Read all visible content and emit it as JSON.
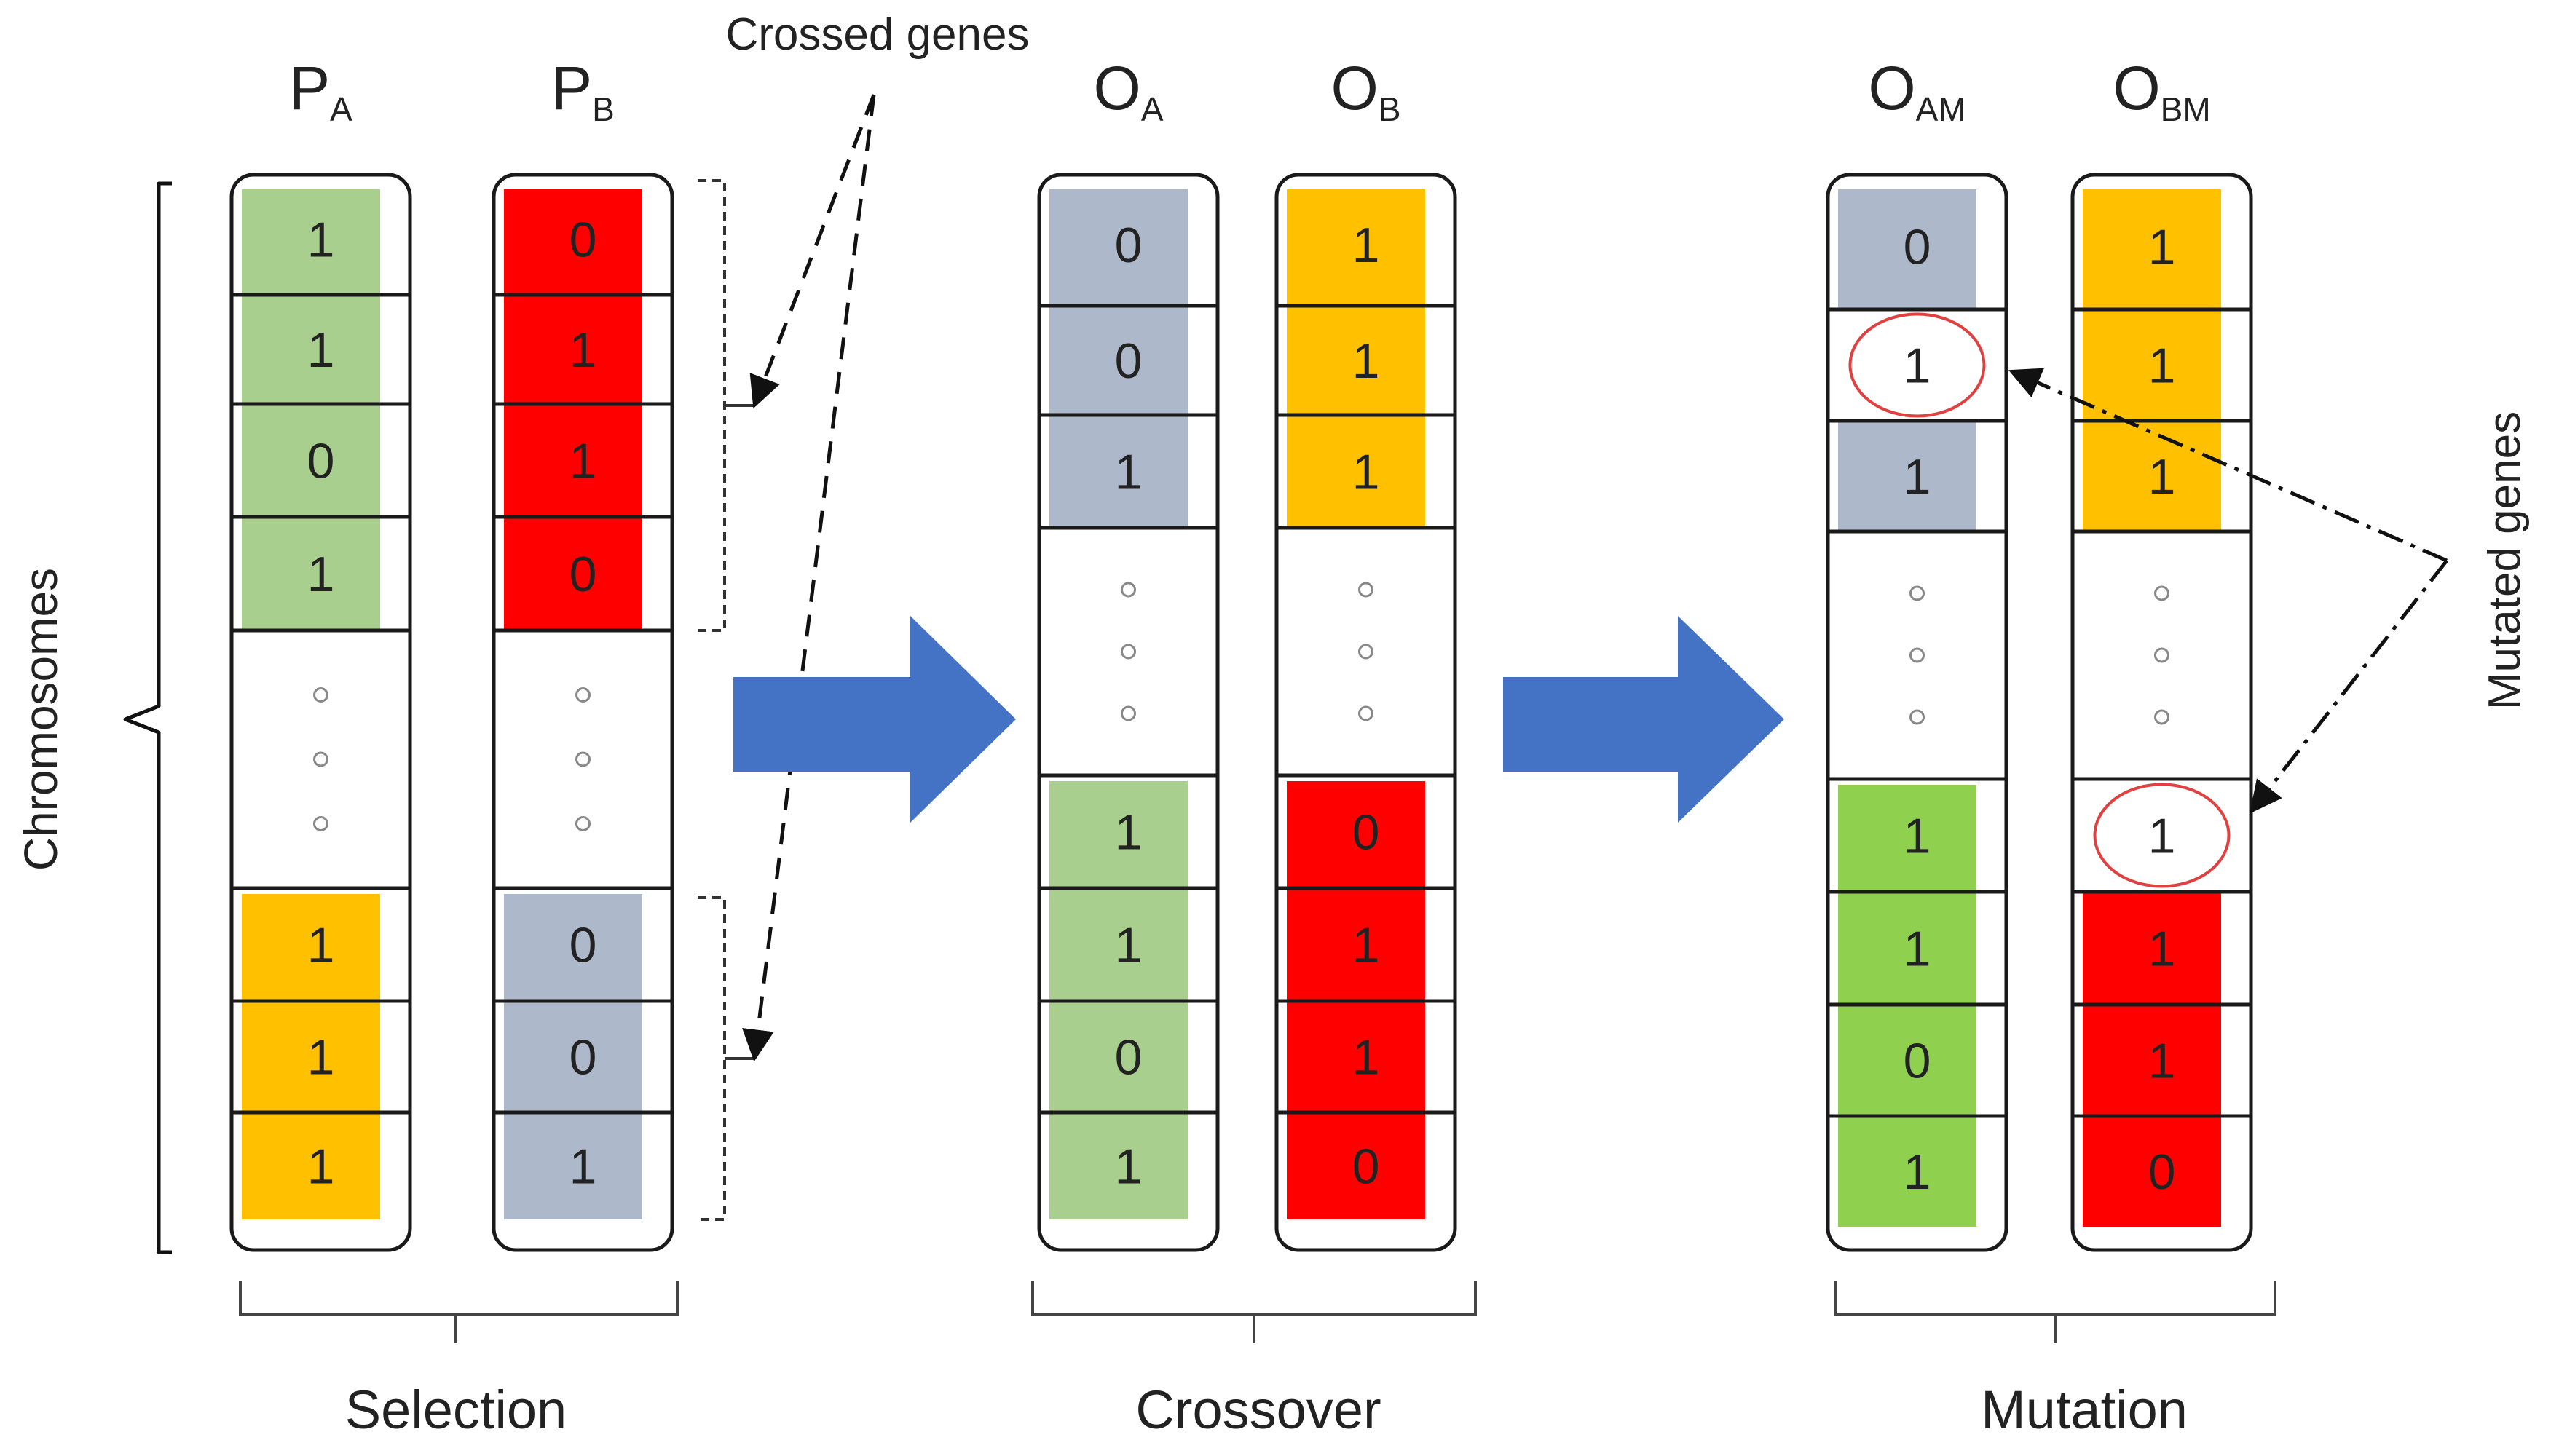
{
  "annotations": {
    "crossed_genes": "Crossed genes",
    "mutated_genes": "Mutated genes",
    "chromosomes": "Chromosomes"
  },
  "stages": {
    "selection": "Selection",
    "crossover": "Crossover",
    "mutation": "Mutation"
  },
  "colors": {
    "green": "#A9CF8E",
    "bright_green": "#8FD14F",
    "red": "#FF0000",
    "orange": "#FFC000",
    "gray": "#ADB9CA",
    "mutation_circle": "#E04040",
    "arrow": "#4472C4"
  },
  "chromosomes": [
    {
      "id": "pa",
      "label_main": "P",
      "label_sub": "A",
      "top_genes": [
        {
          "value": "1",
          "color": "green"
        },
        {
          "value": "1",
          "color": "green"
        },
        {
          "value": "0",
          "color": "green"
        },
        {
          "value": "1",
          "color": "green"
        }
      ],
      "bottom_genes": [
        {
          "value": "1",
          "color": "orange"
        },
        {
          "value": "1",
          "color": "orange"
        },
        {
          "value": "1",
          "color": "orange"
        }
      ]
    },
    {
      "id": "pb",
      "label_main": "P",
      "label_sub": "B",
      "top_genes": [
        {
          "value": "0",
          "color": "red"
        },
        {
          "value": "1",
          "color": "red"
        },
        {
          "value": "1",
          "color": "red"
        },
        {
          "value": "0",
          "color": "red"
        }
      ],
      "bottom_genes": [
        {
          "value": "0",
          "color": "gray"
        },
        {
          "value": "0",
          "color": "gray"
        },
        {
          "value": "1",
          "color": "gray"
        }
      ]
    },
    {
      "id": "oa",
      "label_main": "O",
      "label_sub": "A",
      "top_genes": [
        {
          "value": "0",
          "color": "gray"
        },
        {
          "value": "0",
          "color": "gray"
        },
        {
          "value": "1",
          "color": "gray"
        }
      ],
      "bottom_genes": [
        {
          "value": "1",
          "color": "green"
        },
        {
          "value": "1",
          "color": "green"
        },
        {
          "value": "0",
          "color": "green"
        },
        {
          "value": "1",
          "color": "green"
        }
      ]
    },
    {
      "id": "ob",
      "label_main": "O",
      "label_sub": "B",
      "top_genes": [
        {
          "value": "1",
          "color": "orange"
        },
        {
          "value": "1",
          "color": "orange"
        },
        {
          "value": "1",
          "color": "orange"
        }
      ],
      "bottom_genes": [
        {
          "value": "0",
          "color": "red"
        },
        {
          "value": "1",
          "color": "red"
        },
        {
          "value": "1",
          "color": "red"
        },
        {
          "value": "0",
          "color": "red"
        }
      ]
    },
    {
      "id": "oam",
      "label_main": "O",
      "label_sub": "AM",
      "top_genes": [
        {
          "value": "0",
          "color": "gray"
        },
        {
          "value": "1",
          "color": "none",
          "mutated": true
        },
        {
          "value": "1",
          "color": "gray"
        }
      ],
      "bottom_genes": [
        {
          "value": "1",
          "color": "bright_green"
        },
        {
          "value": "1",
          "color": "bright_green"
        },
        {
          "value": "0",
          "color": "bright_green"
        },
        {
          "value": "1",
          "color": "bright_green"
        }
      ]
    },
    {
      "id": "obm",
      "label_main": "O",
      "label_sub": "BM",
      "top_genes": [
        {
          "value": "1",
          "color": "orange"
        },
        {
          "value": "1",
          "color": "orange"
        },
        {
          "value": "1",
          "color": "orange"
        }
      ],
      "bottom_genes": [
        {
          "value": "1",
          "color": "none",
          "mutated": true
        },
        {
          "value": "1",
          "color": "red"
        },
        {
          "value": "1",
          "color": "red"
        },
        {
          "value": "0",
          "color": "red"
        }
      ]
    }
  ]
}
